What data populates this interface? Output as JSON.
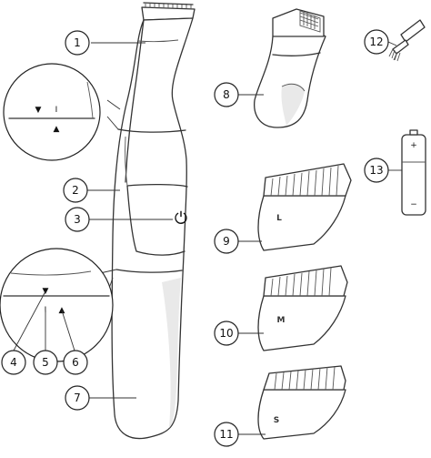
{
  "callouts": [
    "1",
    "2",
    "3",
    "4",
    "5",
    "6",
    "7",
    "8",
    "9",
    "10",
    "11",
    "12",
    "13"
  ],
  "comb_letters": {
    "large": "L",
    "medium": "M",
    "small": "S"
  },
  "switch_symbols": {
    "off": "I",
    "on_left": "▼",
    "on_right": "▲"
  },
  "battery_marks": {
    "plus": "+",
    "minus": "−"
  },
  "power_symbol": "⏻"
}
